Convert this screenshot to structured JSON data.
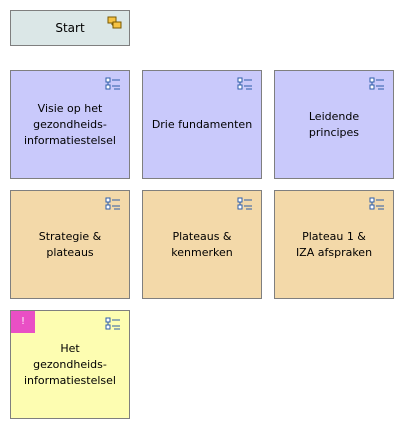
{
  "diagram": {
    "start": {
      "label": "Start",
      "icon": "folder-group-icon",
      "color": "#dbe7e7"
    },
    "row1": [
      {
        "label": "Visie op het\ngezondheids-\ninformatiestelsel",
        "icon": "view-reference-icon",
        "color": "#c9c9fb"
      },
      {
        "label": "Drie fundamenten",
        "icon": "view-reference-icon",
        "color": "#c9c9fb"
      },
      {
        "label": "Leidende\nprincipes",
        "icon": "view-reference-icon",
        "color": "#c9c9fb"
      }
    ],
    "row2": [
      {
        "label": "Strategie &\nplateaus",
        "icon": "view-reference-icon",
        "color": "#f3d9a9"
      },
      {
        "label": "Plateaus &\nkenmerken",
        "icon": "view-reference-icon",
        "color": "#f3d9a9"
      },
      {
        "label": "Plateau 1 &\nIZA afspraken",
        "icon": "view-reference-icon",
        "color": "#f3d9a9"
      }
    ],
    "row3": [
      {
        "label": "Het\ngezondheids-\ninformatiestelsel",
        "icon": "view-reference-icon",
        "color": "#fdfdb1",
        "badge": "!",
        "badge_color": "#e94fc5"
      }
    ]
  }
}
